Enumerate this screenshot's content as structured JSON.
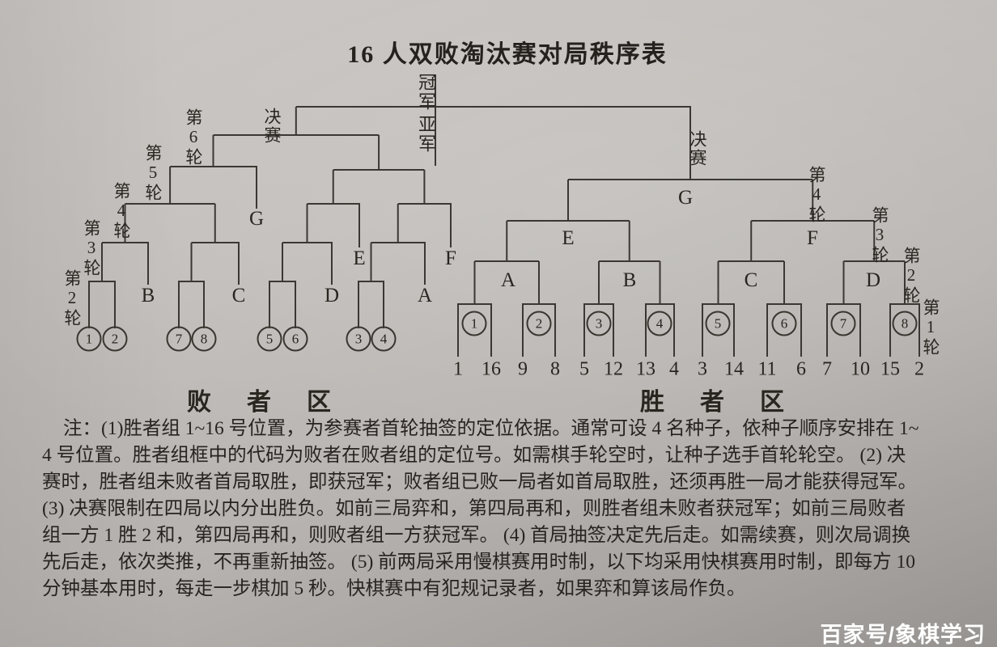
{
  "title": "16 人双败淘汰赛对局秩序表",
  "bracket": {
    "champion": "冠军",
    "runner_up": "亚军",
    "final_left": "决赛",
    "final_right": "决赛",
    "left_rounds": [
      "第2轮",
      "第3轮",
      "第4轮",
      "第5轮",
      "第6轮"
    ],
    "right_rounds": [
      "第1轮",
      "第2轮",
      "第3轮",
      "第4轮"
    ],
    "left_letters": [
      "B",
      "C",
      "D",
      "A",
      "G",
      "E",
      "F"
    ],
    "right_letters": [
      "A",
      "B",
      "C",
      "D",
      "E",
      "F",
      "G"
    ],
    "left_codes": [
      "1",
      "2",
      "7",
      "8",
      "5",
      "6",
      "3",
      "4"
    ],
    "right_codes": [
      "1",
      "2",
      "3",
      "4",
      "5",
      "6",
      "7",
      "8"
    ],
    "seeds": [
      "1",
      "16",
      "9",
      "8",
      "5",
      "12",
      "13",
      "4",
      "3",
      "14",
      "11",
      "6",
      "7",
      "10",
      "15",
      "2"
    ],
    "loser_zone": "败者区",
    "winner_zone": "胜者区"
  },
  "notes": {
    "lines": [
      "注：(1)胜者组 1~16 号位置，为参赛者首轮抽签的定位依据。通常可设 4 名种子，依种子顺序安排在 1~",
      "4 号位置。胜者组框中的代码为败者在败者组的定位号。如需棋手轮空时，让种子选手首轮轮空。 (2) 决",
      "赛时，胜者组未败者首局取胜，即获冠军；败者组已败一局者如首局取胜，还须再胜一局才能获得冠军。",
      "(3) 决赛限制在四局以内分出胜负。如前三局弈和，第四局再和，则胜者组未败者获冠军；如前三局败者",
      "组一方 1 胜 2 和，第四局再和，则败者组一方获冠军。 (4) 首局抽签决定先后走。如需续赛，则次局调换",
      "先后走，依次类推，不再重新抽签。 (5) 前两局采用慢棋赛用时制，以下均采用快棋赛用时制，即每方 10",
      "分钟基本用时，每走一步棋加 5 秒。快棋赛中有犯规记录者，如果弈和算该局作负。"
    ]
  },
  "watermark": "百家号/象棋学习",
  "colors": {
    "paper": "#bcb8b5",
    "line": "#3b3733",
    "text": "#29251f",
    "watermark": "#ffffff"
  }
}
